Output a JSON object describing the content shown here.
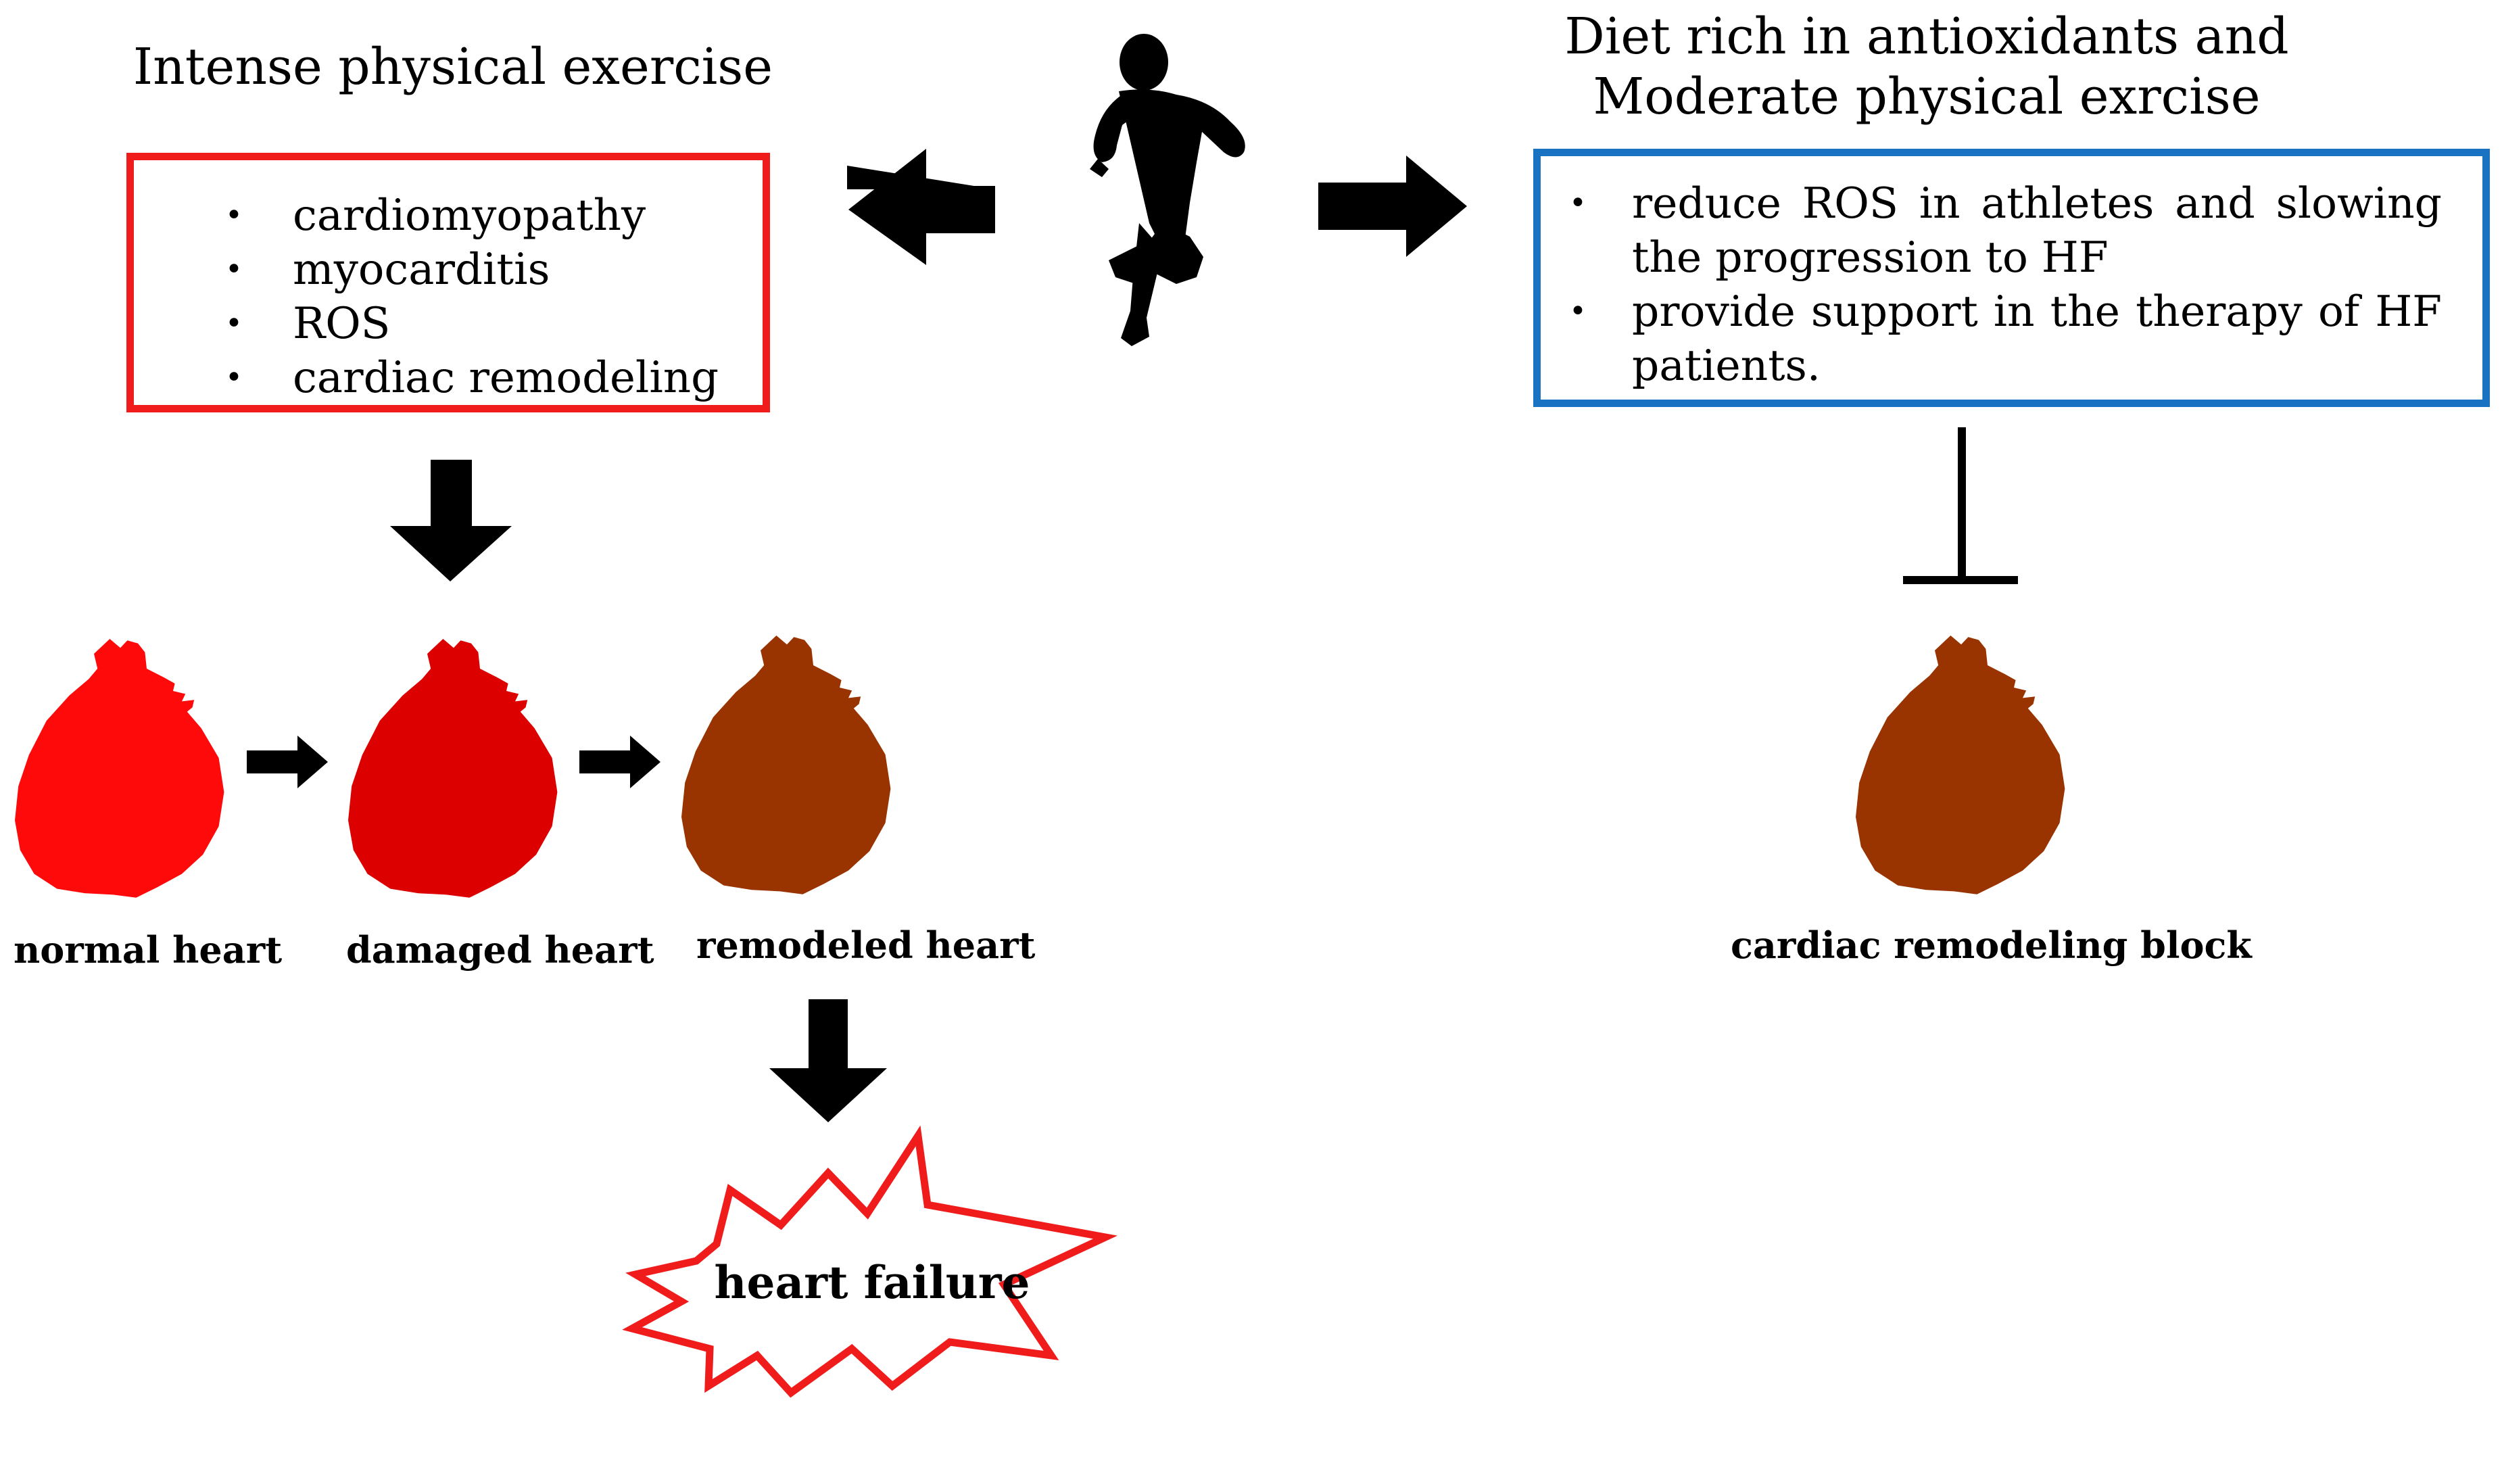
{
  "left": {
    "title": "Intense physical exercise",
    "items": [
      "cardiomyopathy",
      "myocarditis",
      "ROS",
      "cardiac  remodeling"
    ]
  },
  "right": {
    "title_line1": "Diet rich in antioxidants and",
    "title_line2": "Moderate physical exrcise",
    "items": [
      "reduce ROS in athletes and slowing the progression to HF",
      "provide support in the therapy of HF patients."
    ]
  },
  "hearts": {
    "normal": "normal heart",
    "damaged": "damaged heart",
    "remodeled": "remodeled heart",
    "block": "cardiac remodeling block"
  },
  "outcome": "heart failure",
  "colors": {
    "left_box_border": "#f01c1c",
    "right_box_border": "#1a73c2",
    "normal_heart": "#ff0a0a",
    "damaged_heart": "#dd0000",
    "remodeled_heart": "#993300",
    "burst_outline": "#f01c1c"
  }
}
